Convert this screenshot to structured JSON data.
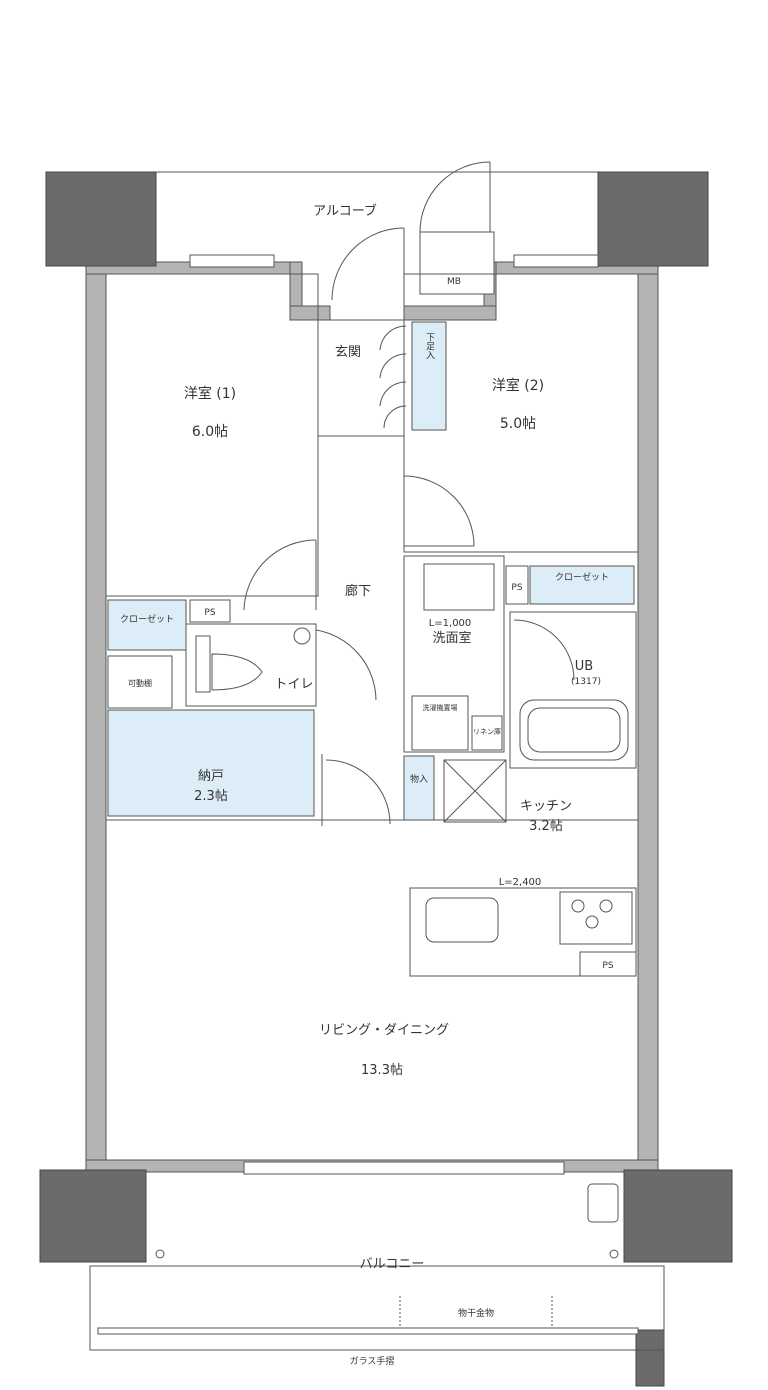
{
  "labels": {
    "alcove": "アルコーブ",
    "mb": "MB",
    "entrance": "玄関",
    "shoe_storage": "下足入",
    "western1_name": "洋室 (1)",
    "western1_size": "6.0帖",
    "western2_name": "洋室 (2)",
    "western2_size": "5.0帖",
    "hallway": "廊下",
    "closet": "クローゼット",
    "ps": "PS",
    "movable_shelf": "可動棚",
    "toilet": "トイレ",
    "storage_name": "納戸",
    "storage_size": "2.3帖",
    "washroom_length": "L=1,000",
    "washroom": "洗面室",
    "washer_space": "洗濯機置場",
    "linen": "リネン庫",
    "ub": "UB",
    "ub_size": "(1317)",
    "closet_small": "物入",
    "kitchen_name": "キッチン",
    "kitchen_size": "3.2帖",
    "kitchen_length": "L=2,400",
    "living_name": "リビング・ダイニング",
    "living_size": "13.3帖",
    "balcony": "バルコニー",
    "drying": "物干金物",
    "glass_rail": "ガラス手摺"
  },
  "colors": {
    "wall": "#b4b4b4",
    "column": "#6b6b6b",
    "storage_fill": "#dcedf8"
  }
}
